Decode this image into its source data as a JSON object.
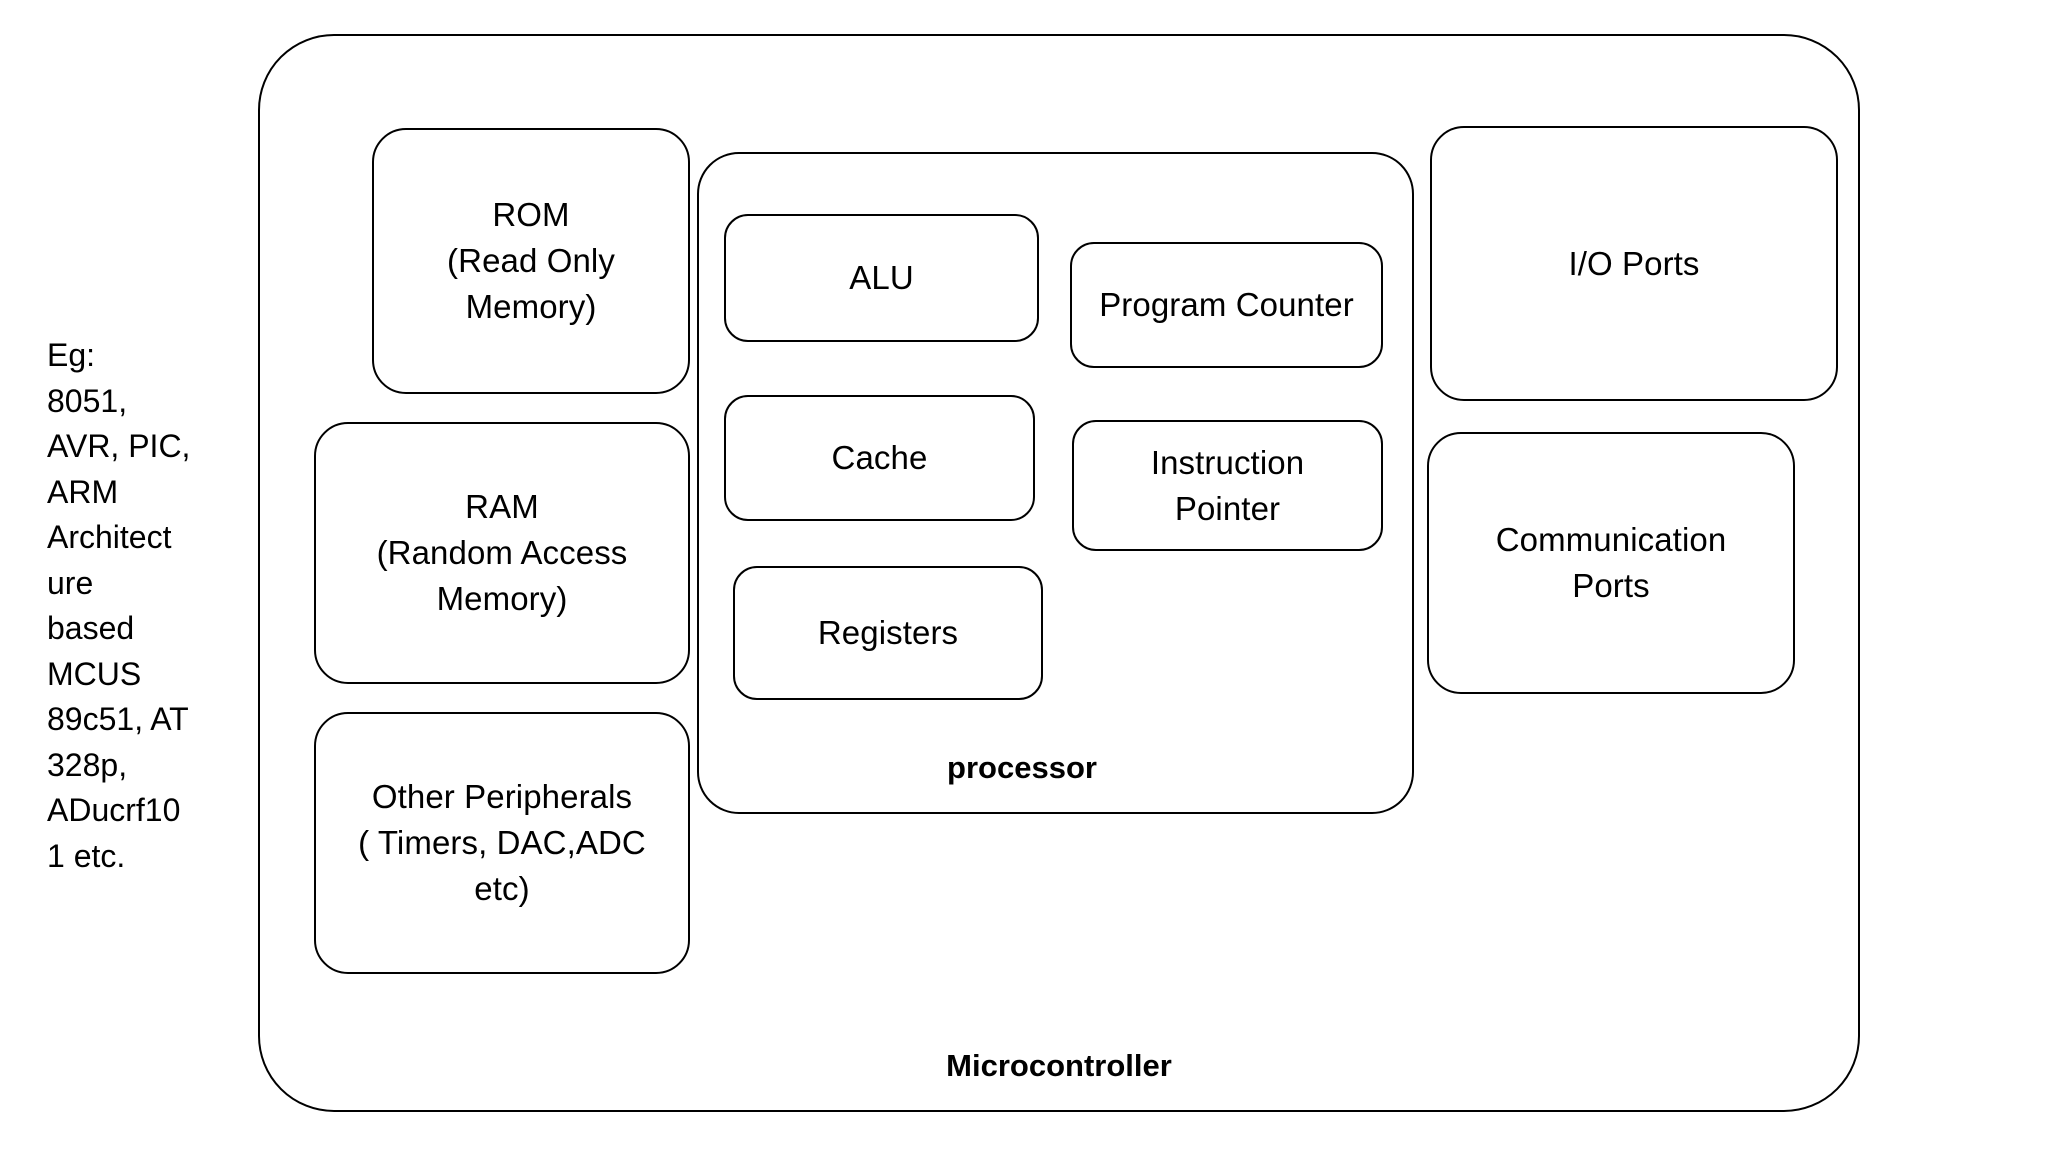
{
  "diagram": {
    "title": "Microcontroller",
    "outer_container": {
      "label": "Microcontroller",
      "label_weight": "bold"
    },
    "side_note": {
      "name": "examples-note",
      "text": "Eg:\n8051,\nAVR, PIC,\nARM\nArchitect\nure\nbased\nMCUS\n89c51, AT\n328p,\nADucrf10\n1 etc."
    },
    "memory_column": [
      {
        "id": "rom",
        "label": "ROM\n(Read Only\nMemory)"
      },
      {
        "id": "ram",
        "label": "RAM\n(Random Access\nMemory)"
      },
      {
        "id": "peripherals",
        "label": "Other Peripherals\n( Timers, DAC,ADC\netc)"
      }
    ],
    "processor": {
      "label": "processor",
      "label_weight": "bold",
      "left_column": [
        {
          "id": "alu",
          "label": "ALU"
        },
        {
          "id": "cache",
          "label": "Cache"
        },
        {
          "id": "registers",
          "label": "Registers"
        }
      ],
      "right_column": [
        {
          "id": "program-counter",
          "label": "Program Counter"
        },
        {
          "id": "instruction-pointer",
          "label": "Instruction\nPointer"
        }
      ]
    },
    "ports_column": [
      {
        "id": "io-ports",
        "label": "I/O Ports"
      },
      {
        "id": "communication-ports",
        "label": "Communication\nPorts"
      }
    ],
    "style": {
      "background": "#ffffff",
      "stroke": "#000000",
      "text": "#000000"
    }
  }
}
